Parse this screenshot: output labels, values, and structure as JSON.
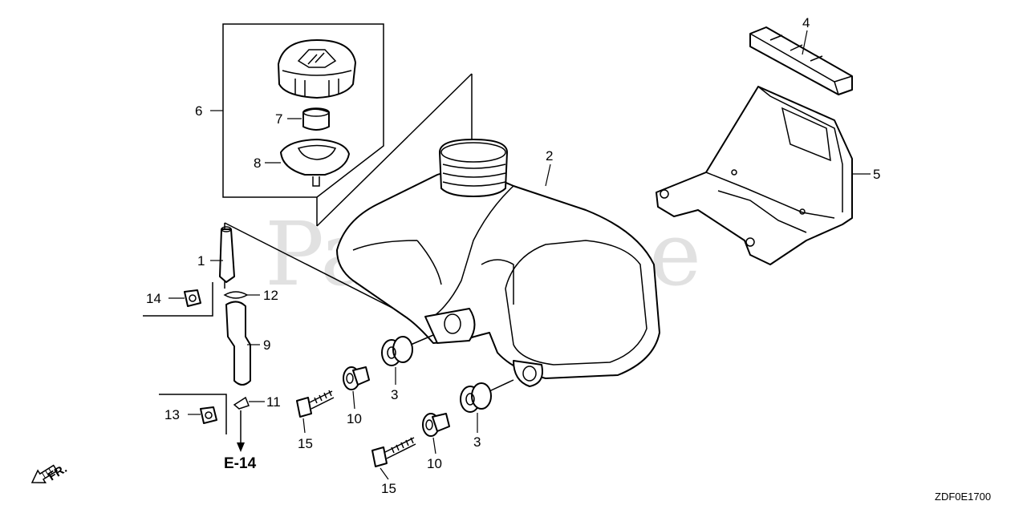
{
  "watermark": "PartsTree",
  "drawing_code": "ZDF0E1700",
  "direction_label": "FR.",
  "reference": "E-14",
  "callouts": [
    "1",
    "2",
    "3",
    "3",
    "4",
    "5",
    "6",
    "7",
    "8",
    "9",
    "10",
    "10",
    "11",
    "12",
    "13",
    "14",
    "15",
    "15"
  ],
  "colors": {
    "ink": "#000000",
    "paper": "#ffffff",
    "watermark": "#d8d8d8"
  }
}
